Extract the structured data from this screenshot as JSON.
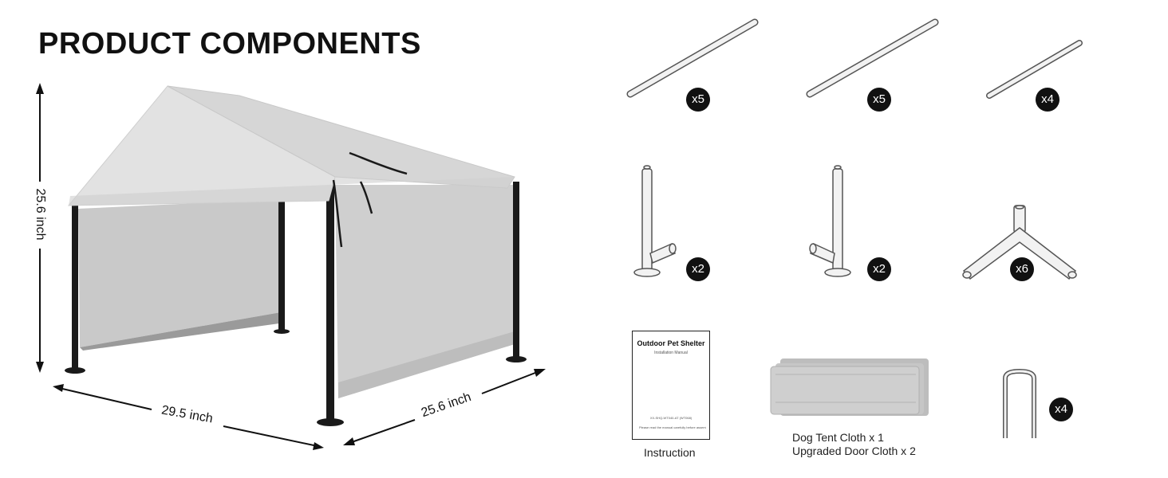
{
  "title": "PRODUCT COMPONENTS",
  "colors": {
    "canvas": "#d4d4d4",
    "roof": "#d9d9d9",
    "frame": "#1a1a1a",
    "badge": "#111111",
    "tube": "#f2f2f2"
  },
  "dimensions": {
    "height": "25.6 inch",
    "width": "29.5 inch",
    "depth": "25.6 inch"
  },
  "components": [
    {
      "name": "long-pole",
      "qty": "x5"
    },
    {
      "name": "medium-pole",
      "qty": "x5"
    },
    {
      "name": "short-pole",
      "qty": "x4"
    },
    {
      "name": "left-corner-leg",
      "qty": "x2"
    },
    {
      "name": "right-corner-leg",
      "qty": "x2"
    },
    {
      "name": "roof-connector",
      "qty": "x6"
    },
    {
      "name": "ground-stake",
      "qty": "x4"
    }
  ],
  "manual": {
    "title": "Outdoor Pet Shelter",
    "subtitle": "Installation Manual",
    "code": "XX-SHQ-WT040-AT (WT068)",
    "note": "Please read the manual carefully before assembly",
    "caption": "Instruction"
  },
  "cloth": {
    "line1": "Dog Tent Cloth x 1",
    "line2": "Upgraded Door Cloth x 2"
  }
}
